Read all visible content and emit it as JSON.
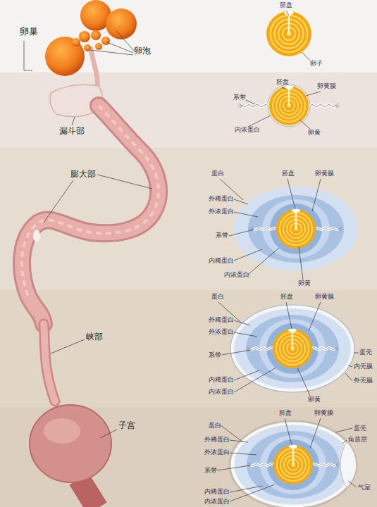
{
  "diagram": {
    "labels": [
      "卵巢",
      "卵泡",
      "漏斗部",
      "膨大部",
      "峡部",
      "子宫",
      "胚盘",
      "卵子",
      "胚盘",
      "卵黄膜",
      "系带",
      "内浓蛋白",
      "卵黄",
      "蛋白",
      "胚盘",
      "卵黄膜",
      "外稀蛋白",
      "外浓蛋白",
      "系带",
      "内稀蛋白",
      "内浓蛋白",
      "卵黄",
      "蛋白",
      "胚盘",
      "卵黄膜",
      "外稀蛋白",
      "外浓蛋白",
      "系带",
      "蛋壳",
      "内稀蛋白",
      "内浓蛋白",
      "内壳膜",
      "外壳膜",
      "卵黄",
      "蛋白",
      "胚盘",
      "卵黄膜",
      "蛋壳",
      "外稀蛋白",
      "外浓蛋白",
      "系带",
      "角质层",
      "气室",
      "内稀蛋白",
      "内浓蛋白"
    ]
  }
}
